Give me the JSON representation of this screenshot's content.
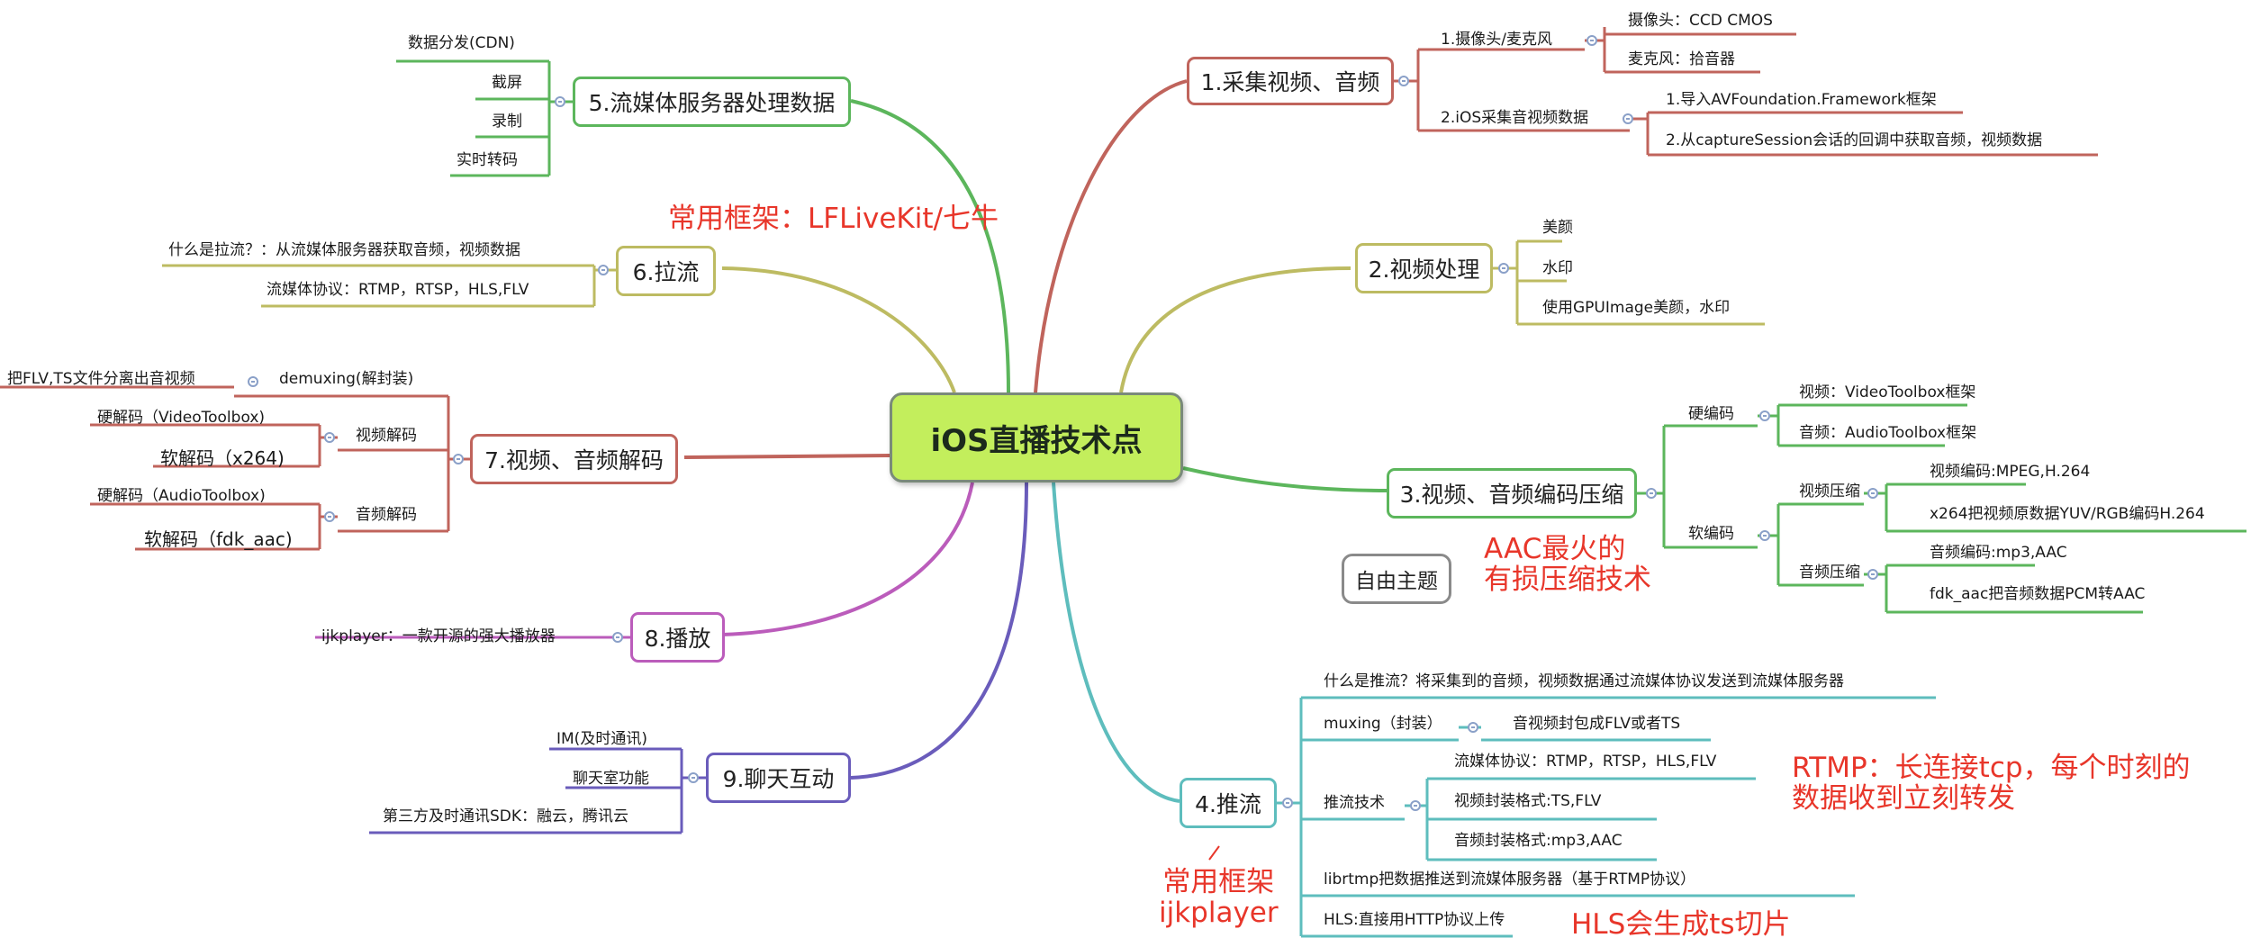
{
  "central": "iOS直播技术点",
  "free_topic": "自由主题",
  "branches": {
    "b1": {
      "title": "1.采集视频、音频",
      "sub1": "1.摄像头/麦克风",
      "sub1_items": [
        "摄像头：CCD CMOS",
        "麦克风：拾音器"
      ],
      "sub2": "2.iOS采集音视频数据",
      "sub2_items": [
        "1.导入AVFoundation.Framework框架",
        "2.从captureSession会话的回调中获取音频，视频数据"
      ]
    },
    "b2": {
      "title": "2.视频处理",
      "items": [
        "美颜",
        "水印",
        "使用GPUImage美颜，水印"
      ]
    },
    "b3": {
      "title": "3.视频、音频编码压缩",
      "hard": "硬编码",
      "hard_items": [
        "视频：VideoToolbox框架",
        "音频：AudioToolbox框架"
      ],
      "soft": "软编码",
      "video_compress": "视频压缩",
      "video_items": [
        "视频编码:MPEG,H.264",
        "x264把视频原数据YUV/RGB编码H.264"
      ],
      "audio_compress": "音频压缩",
      "audio_items": [
        "音频编码:mp3,AAC",
        "fdk_aac把音频数据PCM转AAC"
      ]
    },
    "b4": {
      "title": "4.推流",
      "what": "什么是推流？将采集到的音频，视频数据通过流媒体协议发送到流媒体服务器",
      "muxing": "muxing（封装）",
      "muxing_item": "音视频封包成FLV或者TS",
      "tech": "推流技术",
      "tech_items": [
        "流媒体协议：RTMP，RTSP，HLS,FLV",
        "视频封装格式:TS,FLV",
        "音频封装格式:mp3,AAC"
      ],
      "librtmp": "librtmp把数据推送到流媒体服务器（基于RTMP协议）",
      "hls": "HLS:直接用HTTP协议上传"
    },
    "b5": {
      "title": "5.流媒体服务器处理数据",
      "items": [
        "数据分发(CDN)",
        "截屏",
        "录制",
        "实时转码"
      ]
    },
    "b6": {
      "title": "6.拉流",
      "items": [
        "什么是拉流？：从流媒体服务器获取音频，视频数据",
        "流媒体协议：RTMP，RTSP，HLS,FLV"
      ]
    },
    "b7": {
      "title": "7.视频、音频解码",
      "demux": "demuxing(解封装)",
      "demux_item": "把FLV,TS文件分离出音视频",
      "video_decode": "视频解码",
      "video_items": [
        "硬解码（VideoToolbox)",
        "软解码（x264)"
      ],
      "audio_decode": "音频解码",
      "audio_items": [
        "硬解码（AudioToolbox)",
        "软解码（fdk_aac)"
      ]
    },
    "b8": {
      "title": "8.播放",
      "items": [
        "ijkplayer：一款开源的强大播放器"
      ]
    },
    "b9": {
      "title": "9.聊天互动",
      "items": [
        "IM(及时通讯)",
        "聊天室功能",
        "第三方及时通讯SDK：融云，腾讯云"
      ]
    }
  },
  "annotations": {
    "framework": "常用框架：LFLiveKit/七牛",
    "aac": [
      "AAC最火的",
      "有损压缩技术"
    ],
    "rtmp": [
      "RTMP：长连接tcp，每个时刻的",
      "数据收到立刻转发"
    ],
    "ijk": [
      "常用框架",
      "ijkplayer"
    ],
    "hls": "HLS会生成ts切片"
  },
  "colors": {
    "b1": "#c0645c",
    "b2": "#bdbb62",
    "b3": "#5cb65c",
    "b4": "#5ebdbd",
    "b5": "#5cb65c",
    "b6": "#bdbb62",
    "b7": "#c0645c",
    "b8": "#bb5cbb",
    "b9": "#6a5cbb",
    "central_fill": "#c3ee5c",
    "annotation": "#e8362a"
  }
}
